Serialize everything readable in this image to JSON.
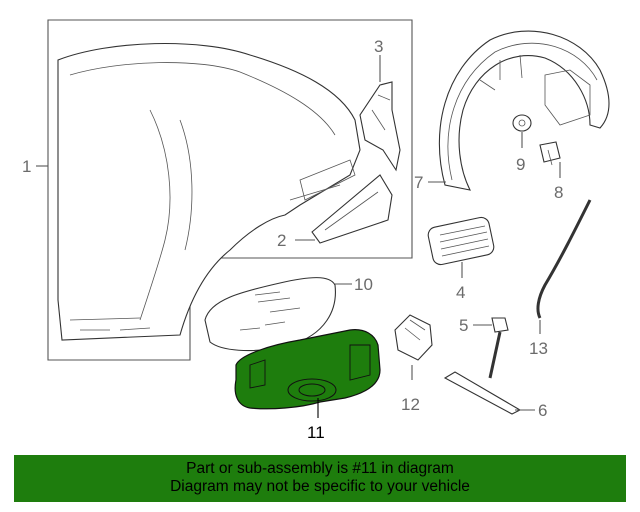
{
  "callouts": {
    "c1": "1",
    "c2": "2",
    "c3": "3",
    "c4": "4",
    "c5": "5",
    "c6": "6",
    "c7": "7",
    "c8": "8",
    "c9": "9",
    "c10": "10",
    "c11": "11",
    "c12": "12",
    "c13": "13"
  },
  "highlight": {
    "part": "11",
    "color": "#1e7d0d"
  },
  "banner": {
    "line1": "Part or sub-assembly is #11 in diagram",
    "line2": "Diagram may not be specific to your vehicle",
    "color": "#1e7d0d"
  }
}
